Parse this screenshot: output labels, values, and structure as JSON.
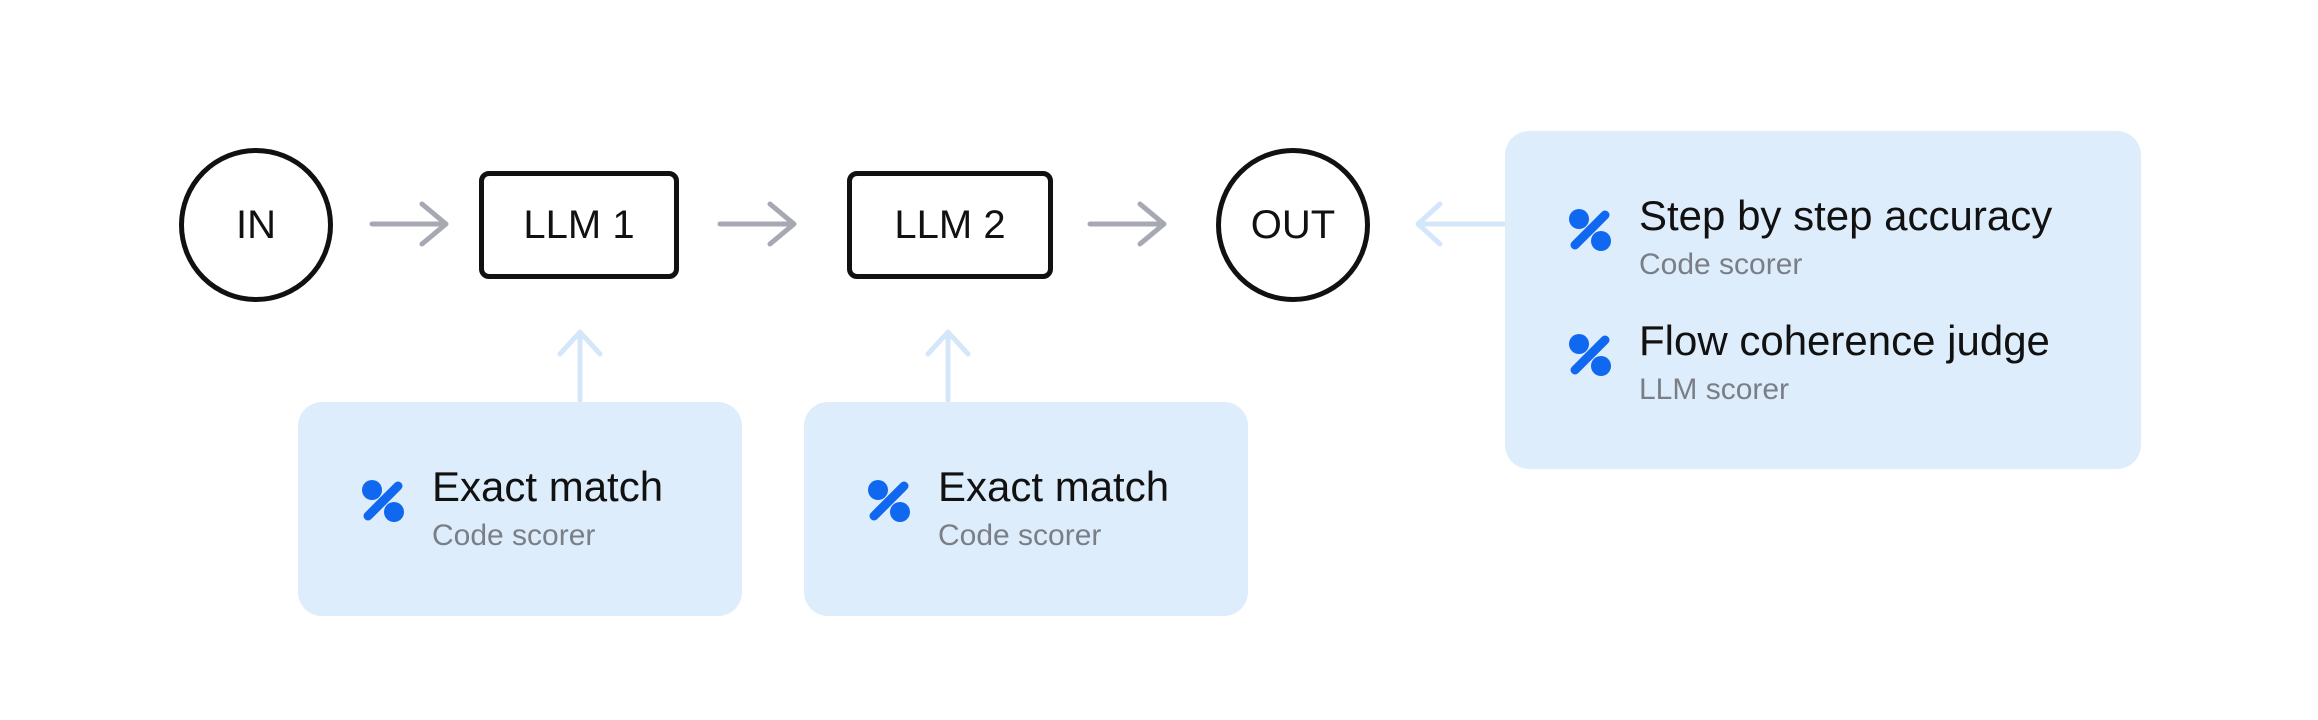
{
  "nodes": {
    "input": "IN",
    "llm1": "LLM 1",
    "llm2": "LLM 2",
    "output": "OUT"
  },
  "cards": {
    "llm1_scorers": [
      {
        "name": "Exact match",
        "kind": "Code scorer",
        "icon": "percent-icon"
      }
    ],
    "llm2_scorers": [
      {
        "name": "Exact match",
        "kind": "Code scorer",
        "icon": "percent-icon"
      }
    ],
    "output_scorers": [
      {
        "name": "Step by step accuracy",
        "kind": "Code scorer",
        "icon": "percent-icon"
      },
      {
        "name": "Flow coherence judge",
        "kind": "LLM scorer",
        "icon": "percent-icon"
      }
    ]
  },
  "colors": {
    "accent": "#1168f0",
    "card_background": "#deedfb",
    "flow_arrow": "#a6a9b1",
    "scorer_arrow": "#d4e6fa"
  }
}
